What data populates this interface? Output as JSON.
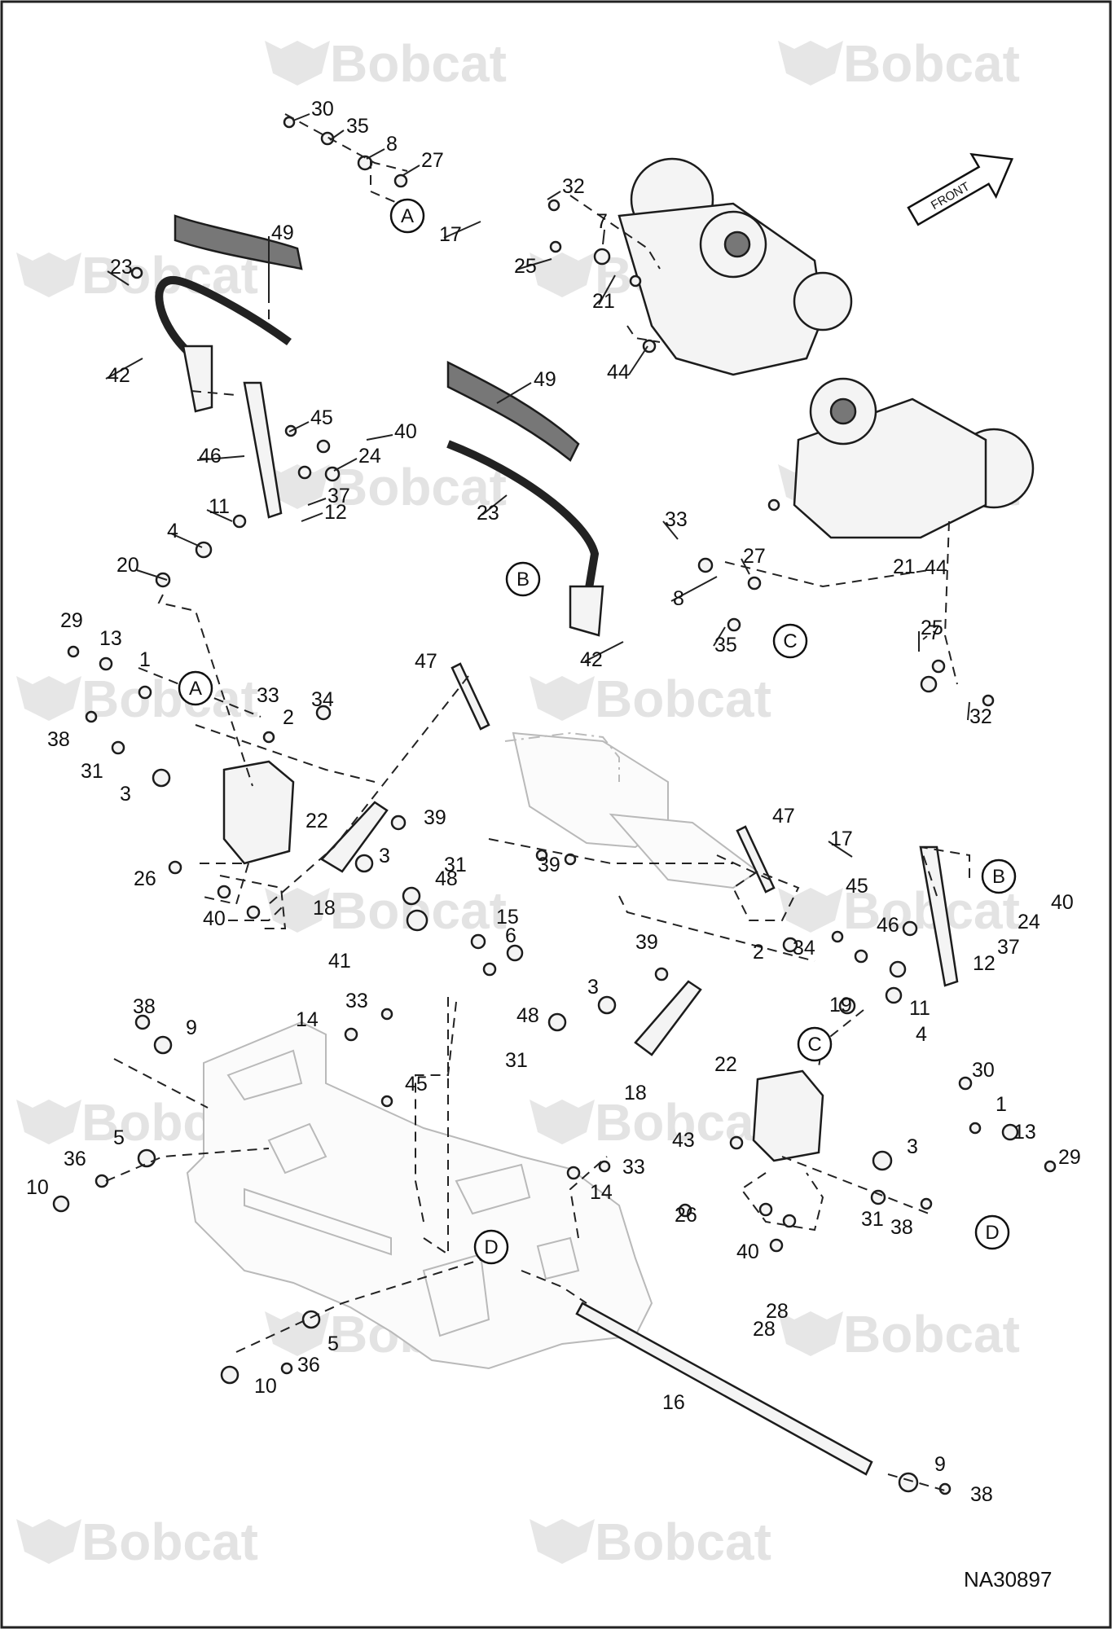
{
  "watermark": {
    "brand": "Bobcat"
  },
  "figure_id": "NA30897",
  "front_arrow": {
    "label": "FRONT"
  },
  "connectors": [
    {
      "id": "cA1",
      "letter": "A"
    },
    {
      "id": "cA2",
      "letter": "A"
    },
    {
      "id": "cB1",
      "letter": "B"
    },
    {
      "id": "cB2",
      "letter": "B"
    },
    {
      "id": "cC1",
      "letter": "C"
    },
    {
      "id": "cC2",
      "letter": "C"
    },
    {
      "id": "cD1",
      "letter": "D"
    },
    {
      "id": "cD2",
      "letter": "D"
    }
  ],
  "callouts": [
    "30",
    "35",
    "8",
    "27",
    "32",
    "7",
    "17",
    "25",
    "21",
    "44",
    "49",
    "23",
    "42",
    "46",
    "45",
    "40",
    "24",
    "37",
    "12",
    "11",
    "4",
    "20",
    "49",
    "23",
    "42",
    "33",
    "27",
    "8",
    "35",
    "17",
    "25",
    "7",
    "32",
    "21",
    "44",
    "29",
    "13",
    "1",
    "33",
    "34",
    "2",
    "38",
    "31",
    "3",
    "22",
    "47",
    "39",
    "26",
    "40",
    "18",
    "3",
    "48",
    "15",
    "6",
    "41",
    "31",
    "39",
    "47",
    "45",
    "40",
    "24",
    "37",
    "46",
    "12",
    "11",
    "19",
    "4",
    "39",
    "2",
    "34",
    "48",
    "3",
    "31",
    "18",
    "22",
    "30",
    "1",
    "13",
    "29",
    "43",
    "3",
    "26",
    "40",
    "31",
    "38",
    "38",
    "9",
    "14",
    "33",
    "45",
    "5",
    "36",
    "10",
    "33",
    "14",
    "28",
    "28",
    "16",
    "5",
    "36",
    "10",
    "9",
    "38"
  ]
}
